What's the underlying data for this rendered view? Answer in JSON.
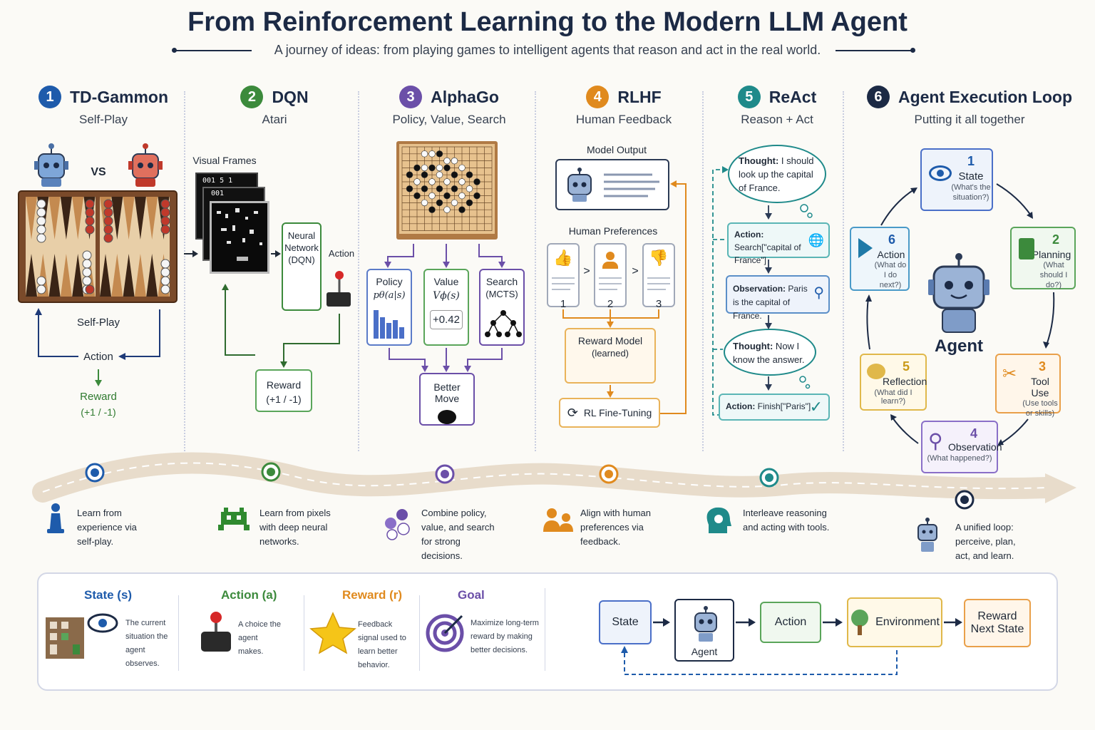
{
  "title": "From Reinforcement Learning to the Modern LLM Agent",
  "subtitle": "A journey of ideas: from playing games to intelligent agents that reason and act in the real world.",
  "colors": {
    "navy": "#1c2a45",
    "blue": "#1e5bab",
    "green": "#3c8a3c",
    "purple": "#6b4fa8",
    "orange": "#e08a1e",
    "teal": "#1f8a8a"
  },
  "columns": [
    {
      "num": "1",
      "name": "TD-Gammon",
      "sub": "Self-Play"
    },
    {
      "num": "2",
      "name": "DQN",
      "sub": "Atari"
    },
    {
      "num": "3",
      "name": "AlphaGo",
      "sub": "Policy, Value, Search"
    },
    {
      "num": "4",
      "name": "RLHF",
      "sub": "Human Feedback"
    },
    {
      "num": "5",
      "name": "ReAct",
      "sub": "Reason + Act"
    },
    {
      "num": "6",
      "name": "Agent Execution Loop",
      "sub": "Putting it all together"
    }
  ],
  "tdgammon": {
    "vs": "VS",
    "self_play": "Self-Play",
    "action": "Action",
    "reward": "Reward",
    "reward_val": "(+1 / -1)"
  },
  "dqn": {
    "visual_frames": "Visual Frames",
    "frame1": "001    5  1",
    "frame2": "001",
    "nn_line1": "Neural",
    "nn_line2": "Network",
    "nn_line3": "(DQN)",
    "action": "Action",
    "reward": "Reward",
    "reward_val": "(+1 / -1)"
  },
  "alphago": {
    "policy": "Policy",
    "policy_formula": "pθ(a|s)",
    "value": "Value",
    "value_formula": "Vϕ(s)",
    "value_num": "+0.42",
    "search": "Search",
    "search_sub": "(MCTS)",
    "better_move": "Better Move"
  },
  "rlhf": {
    "model_output": "Model Output",
    "human_prefs": "Human Preferences",
    "rank1": "1",
    "rank2": "2",
    "rank3": "3",
    "gt1": ">",
    "gt2": ">",
    "reward_model": "Reward Model",
    "reward_model_sub": "(learned)",
    "rl_ft": "RL Fine-Tuning"
  },
  "react": {
    "thought1_label": "Thought:",
    "thought1": " I should look up the capital of France.",
    "action1_label": "Action:",
    "action1": " Search[\"capital of France\"]",
    "obs_label": "Observation:",
    "obs": " Paris is the capital of France.",
    "thought2_label": "Thought:",
    "thought2": " Now I know the answer.",
    "action2_label": "Action:",
    "action2": " Finish[\"Paris\"]"
  },
  "loop": {
    "center": "Agent",
    "steps": [
      {
        "n": "1",
        "name": "State",
        "q": "(What's the situation?)"
      },
      {
        "n": "2",
        "name": "Planning",
        "q": "(What should I do?)"
      },
      {
        "n": "3",
        "name": "Tool Use",
        "q": "(Use tools or skills)"
      },
      {
        "n": "4",
        "name": "Observation",
        "q": "(What happened?)"
      },
      {
        "n": "5",
        "name": "Reflection",
        "q": "(What did I learn?)"
      },
      {
        "n": "6",
        "name": "Action",
        "q": "(What do I do next?)"
      }
    ]
  },
  "road": [
    {
      "text": "Learn from experience via self-play."
    },
    {
      "text": "Learn from pixels with deep neural networks."
    },
    {
      "text": "Combine policy, value, and search for strong decisions."
    },
    {
      "text": "Align with human preferences via feedback."
    },
    {
      "text": "Interleave reasoning and acting with tools."
    },
    {
      "text": "A unified loop: perceive, plan, act, and learn."
    }
  ],
  "legend": {
    "state_title": "State (s)",
    "state_desc": "The current situation the agent observes.",
    "action_title": "Action (a)",
    "action_desc": "A choice the agent makes.",
    "reward_title": "Reward (r)",
    "reward_desc": "Feedback signal used to learn better behavior.",
    "goal_title": "Goal",
    "goal_desc": "Maximize long-term reward by making better decisions."
  },
  "flow": {
    "state": "State",
    "agent": "Agent",
    "action": "Action",
    "environment": "Environment",
    "reward": "Reward",
    "next_state": "Next State"
  }
}
